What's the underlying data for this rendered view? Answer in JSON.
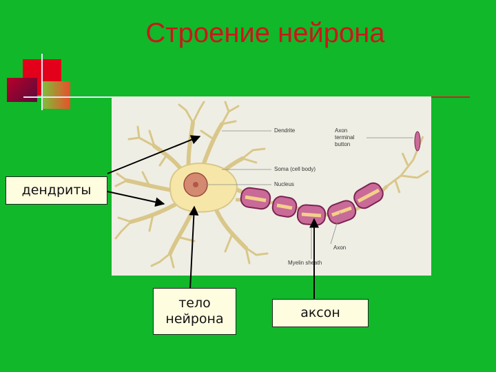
{
  "slide": {
    "title": "Строение нейрона",
    "labels": {
      "dendrites": "дендриты",
      "cell_body": "тело\nнейрона",
      "axon": "аксон"
    }
  },
  "figure": {
    "annotations": {
      "dendrite": "Dendrite",
      "axon_terminal_line1": "Axon",
      "axon_terminal_line2": "terminal",
      "axon_terminal_line3": "button",
      "soma": "Soma (cell body)",
      "nucleus": "Nucleus",
      "axon": "Axon",
      "myelin_sheath": "Myelin sheath"
    }
  },
  "colors": {
    "background": "#11b82a",
    "title": "#c8181a",
    "figure_background": "#efeee4",
    "cell_body": "#f6e7a8",
    "myelin": "#c96a98"
  }
}
